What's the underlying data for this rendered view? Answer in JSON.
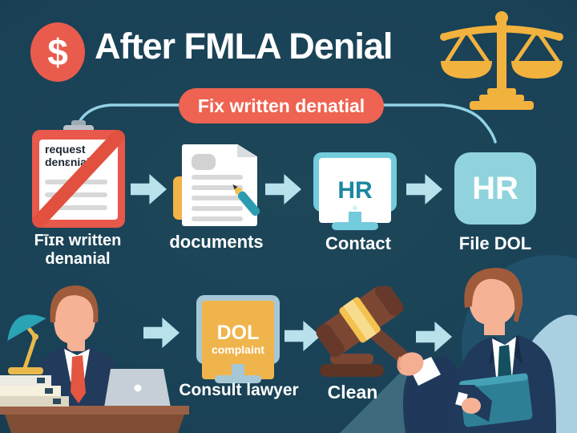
{
  "header": {
    "dollar_badge": "$",
    "title": "After FMLA Denial"
  },
  "banner": {
    "label": "Fix written denatial"
  },
  "steps_row1": [
    {
      "doc_text_line1": "request",
      "doc_text_line2": "denɛnial",
      "label_line1": "Fīɪʀ written",
      "label_line2": "denanial"
    },
    {
      "label": "documents"
    },
    {
      "screen_text": "HR",
      "label": "Contact"
    },
    {
      "badge_text": "HR",
      "label": "File DOL"
    }
  ],
  "steps_row2": [
    {
      "screen_line1": "DOL",
      "screen_line2": "complaint",
      "label": "Consult lawyer"
    },
    {
      "label": "Clean"
    }
  ],
  "colors": {
    "background": "#1a4156",
    "accent_coral": "#ee6352",
    "gold": "#f2b23e",
    "arrow_blue": "#b9e1ec",
    "monitor_teal": "#74cbdc",
    "screen_yellow": "#f0b44c"
  }
}
